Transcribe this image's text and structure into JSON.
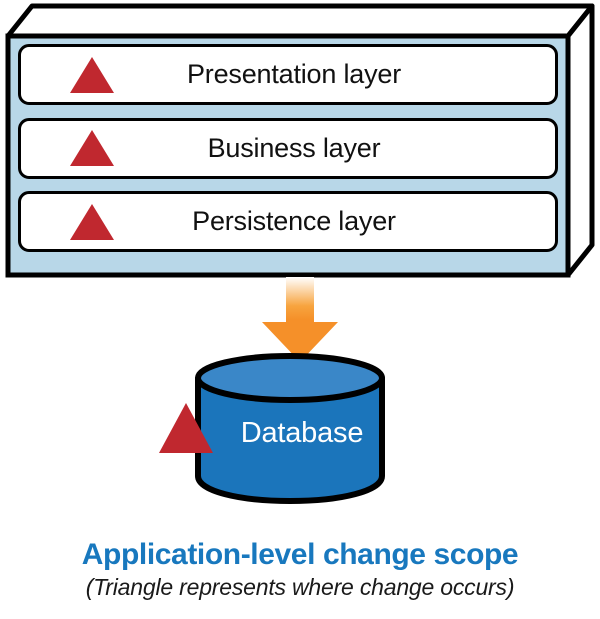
{
  "diagram": {
    "type": "layered-architecture",
    "application_box": {
      "name": "application-box",
      "style": "3d-box",
      "face_color": "#b8d7e8",
      "top_face_color": "#ffffff",
      "side_face_color": "#ffffff",
      "outline_color": "#000000",
      "layers": [
        {
          "label": "Presentation layer",
          "marker": "change-triangle"
        },
        {
          "label": "Business layer",
          "marker": "change-triangle"
        },
        {
          "label": "Persistence layer",
          "marker": "change-triangle"
        }
      ]
    },
    "arrow": {
      "name": "down-arrow",
      "direction": "down",
      "color_top": "#ffffff",
      "color_bottom": "#f59029"
    },
    "database": {
      "label": "Database",
      "shape": "cylinder",
      "body_color": "#1b75bb",
      "top_color": "#3a87c8",
      "label_color": "#ffffff",
      "marker": "change-triangle"
    },
    "markers": {
      "triangle_color": "#c0282f",
      "triangle_meaning": "where change occurs"
    }
  },
  "caption": {
    "title": "Application-level change scope",
    "subtitle": "(Triangle represents where change occurs)",
    "title_color": "#1878BE",
    "subtitle_color": "#1a1a1a"
  }
}
